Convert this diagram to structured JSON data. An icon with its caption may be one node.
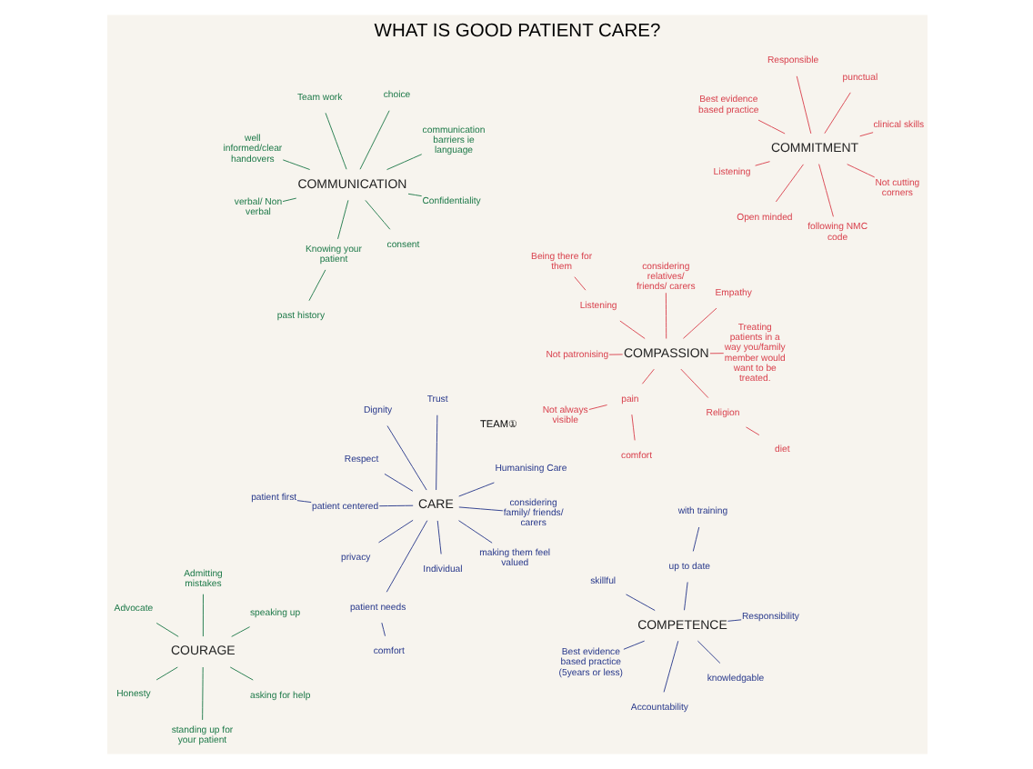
{
  "diagram": {
    "title": "WHAT IS GOOD PATIENT CARE?",
    "nodes": [
      {
        "text": [
          "CARE"
        ]
      },
      {
        "text": [
          "considering family/ friends/ carers"
        ]
      },
      {
        "text": [
          "Individual"
        ]
      },
      {
        "text": [
          "Dignity"
        ]
      },
      {
        "text": [
          "Trust"
        ]
      },
      {
        "text": [
          "Respect"
        ]
      },
      {
        "text": [
          "patient needs"
        ]
      },
      {
        "text": [
          "comfort"
        ]
      },
      {
        "text": [
          "privacy"
        ]
      },
      {
        "text": [
          "making them feel valued"
        ]
      },
      {
        "text": [
          "patient centered"
        ]
      },
      {
        "text": [
          "patient first"
        ]
      },
      {
        "text": [
          "Humanising Care"
        ]
      },
      {
        "text": [
          "COMPASSION"
        ]
      },
      {
        "text": [
          "Treating patients in a way you/family member would want to be treated."
        ]
      },
      {
        "text": [
          "Listening"
        ]
      },
      {
        "text": [
          "Being there for them"
        ]
      },
      {
        "text": [
          "Empathy"
        ]
      },
      {
        "text": [
          "considering relatives/ friends/ carers"
        ]
      },
      {
        "text": [
          "Not patronising"
        ]
      },
      {
        "text": [
          "Religion"
        ]
      },
      {
        "text": [
          "diet"
        ]
      },
      {
        "text": [
          "pain"
        ]
      },
      {
        "text": [
          "comfort"
        ]
      },
      {
        "text": [
          "Not always visible"
        ]
      },
      {
        "text": [
          "COURAGE"
        ]
      },
      {
        "text": [
          "asking for help"
        ]
      },
      {
        "text": [
          "standing up for your patient"
        ]
      },
      {
        "text": [
          "Advocate"
        ]
      },
      {
        "text": [
          "speaking up"
        ]
      },
      {
        "text": [
          "Admitting mistakes"
        ]
      },
      {
        "text": [
          "Honesty"
        ]
      },
      {
        "text": [
          "COMMUNICATION"
        ]
      },
      {
        "text": [
          "communication barriers ie language"
        ]
      },
      {
        "text": [
          "consent"
        ]
      },
      {
        "text": [
          "well informed/clear handovers"
        ]
      },
      {
        "text": [
          "choice"
        ]
      },
      {
        "text": [
          "Team work"
        ]
      },
      {
        "text": [
          "Knowing your patient"
        ]
      },
      {
        "text": [
          "past history"
        ]
      },
      {
        "text": [
          "verbal/ Non verbal"
        ]
      },
      {
        "text": [
          "Confidentiality"
        ]
      },
      {
        "text": [
          "COMPETENCE"
        ]
      },
      {
        "text": [
          "Responsibility"
        ]
      },
      {
        "text": [
          "Accountability"
        ]
      },
      {
        "text": [
          "up to date"
        ]
      },
      {
        "text": [
          "with training"
        ]
      },
      {
        "text": [
          "skillful"
        ]
      },
      {
        "text": [
          "Best evidence based practice (5years or less)"
        ]
      },
      {
        "text": [
          "knowledgable"
        ]
      },
      {
        "text": [
          "COMMITMENT"
        ]
      },
      {
        "text": [
          "clinical skills"
        ]
      },
      {
        "text": [
          "Open minded"
        ]
      },
      {
        "text": [
          "Best evidence based practice"
        ]
      },
      {
        "text": [
          "punctual"
        ]
      },
      {
        "text": [
          "Responsible"
        ]
      },
      {
        "text": [
          "Listening"
        ]
      },
      {
        "text": [
          "Not cutting corners"
        ]
      },
      {
        "text": [
          "following NMC code"
        ]
      }
    ],
    "edges": [
      {
        "from": 0,
        "to": 1,
        "arrow": "none"
      },
      {
        "from": 0,
        "to": 2,
        "arrow": "none"
      },
      {
        "from": 0,
        "to": 3,
        "arrow": "none"
      },
      {
        "from": 0,
        "to": 4,
        "arrow": "none"
      },
      {
        "from": 0,
        "to": 5,
        "arrow": "none"
      },
      {
        "from": 0,
        "to": 6,
        "arrow": "none"
      },
      {
        "from": 6,
        "to": 7,
        "arrow": "none"
      },
      {
        "from": 0,
        "to": 8,
        "arrow": "none"
      },
      {
        "from": 0,
        "to": 9,
        "arrow": "none"
      },
      {
        "from": 0,
        "to": 10,
        "arrow": "none"
      },
      {
        "from": 10,
        "to": 11,
        "arrow": "none"
      },
      {
        "from": 0,
        "to": 12,
        "arrow": "none"
      },
      {
        "from": 13,
        "to": 14,
        "arrow": "none",
        "color": "#d9434f"
      },
      {
        "from": 13,
        "to": 15,
        "arrow": "none",
        "color": "#d9434f"
      },
      {
        "from": 15,
        "to": 16,
        "arrow": "none",
        "color": "#d9434f"
      },
      {
        "from": 13,
        "to": 17,
        "arrow": "none",
        "color": "#d9434f"
      },
      {
        "from": 13,
        "to": 18,
        "arrow": "none",
        "color": "#d9434f"
      },
      {
        "from": 13,
        "to": 19,
        "arrow": "none",
        "color": "#d9434f"
      },
      {
        "from": 13,
        "to": 20,
        "arrow": "none",
        "color": "#d9434f"
      },
      {
        "from": 20,
        "to": 21,
        "arrow": "none",
        "color": "#d9434f"
      },
      {
        "from": 13,
        "to": 22,
        "arrow": "none",
        "color": "#d9434f"
      },
      {
        "from": 22,
        "to": 23,
        "arrow": "none",
        "color": "#d9434f"
      },
      {
        "from": 22,
        "to": 24,
        "arrow": "none",
        "color": "#d9434f"
      },
      {
        "from": 25,
        "to": 26,
        "arrow": "none",
        "color": "#1f7a4a"
      },
      {
        "from": 25,
        "to": 27,
        "arrow": "none",
        "color": "#1f7a4a"
      },
      {
        "from": 25,
        "to": 28,
        "arrow": "none",
        "color": "#1f7a4a"
      },
      {
        "from": 25,
        "to": 29,
        "arrow": "none",
        "color": "#1f7a4a"
      },
      {
        "from": 25,
        "to": 30,
        "arrow": "none",
        "color": "#1f7a4a"
      },
      {
        "from": 25,
        "to": 31,
        "arrow": "none",
        "color": "#1f7a4a"
      },
      {
        "from": 32,
        "to": 33,
        "arrow": "none",
        "color": "#1f7a4a"
      },
      {
        "from": 32,
        "to": 34,
        "arrow": "none",
        "color": "#1f7a4a"
      },
      {
        "from": 32,
        "to": 35,
        "arrow": "none",
        "color": "#1f7a4a"
      },
      {
        "from": 32,
        "to": 36,
        "arrow": "none",
        "color": "#1f7a4a"
      },
      {
        "from": 32,
        "to": 37,
        "arrow": "none",
        "color": "#1f7a4a"
      },
      {
        "from": 32,
        "to": 38,
        "arrow": "none",
        "color": "#1f7a4a"
      },
      {
        "from": 38,
        "to": 39,
        "arrow": "none",
        "color": "#1f7a4a"
      },
      {
        "from": 32,
        "to": 40,
        "arrow": "none",
        "color": "#1f7a4a"
      },
      {
        "from": 32,
        "to": 41,
        "arrow": "none",
        "color": "#1f7a4a"
      },
      {
        "from": 42,
        "to": 43,
        "arrow": "none"
      },
      {
        "from": 42,
        "to": 44,
        "arrow": "none"
      },
      {
        "from": 42,
        "to": 45,
        "arrow": "none"
      },
      {
        "from": 45,
        "to": 46,
        "arrow": "none"
      },
      {
        "from": 42,
        "to": 47,
        "arrow": "none"
      },
      {
        "from": 42,
        "to": 48,
        "arrow": "none"
      },
      {
        "from": 42,
        "to": 49,
        "arrow": "none"
      },
      {
        "from": 50,
        "to": 51,
        "arrow": "none",
        "color": "#d9434f"
      },
      {
        "from": 50,
        "to": 52,
        "arrow": "none",
        "color": "#d9434f"
      },
      {
        "from": 50,
        "to": 53,
        "arrow": "none",
        "color": "#d9434f"
      },
      {
        "from": 50,
        "to": 54,
        "arrow": "none",
        "color": "#d9434f"
      },
      {
        "from": 50,
        "to": 55,
        "arrow": "none",
        "color": "#d9434f"
      },
      {
        "from": 50,
        "to": 56,
        "arrow": "none",
        "color": "#d9434f"
      },
      {
        "from": 50,
        "to": 57,
        "arrow": "none",
        "color": "#d9434f"
      },
      {
        "from": 50,
        "to": 58,
        "arrow": "none",
        "color": "#d9434f"
      }
    ],
    "labels": [
      "TEAM①"
    ]
  }
}
